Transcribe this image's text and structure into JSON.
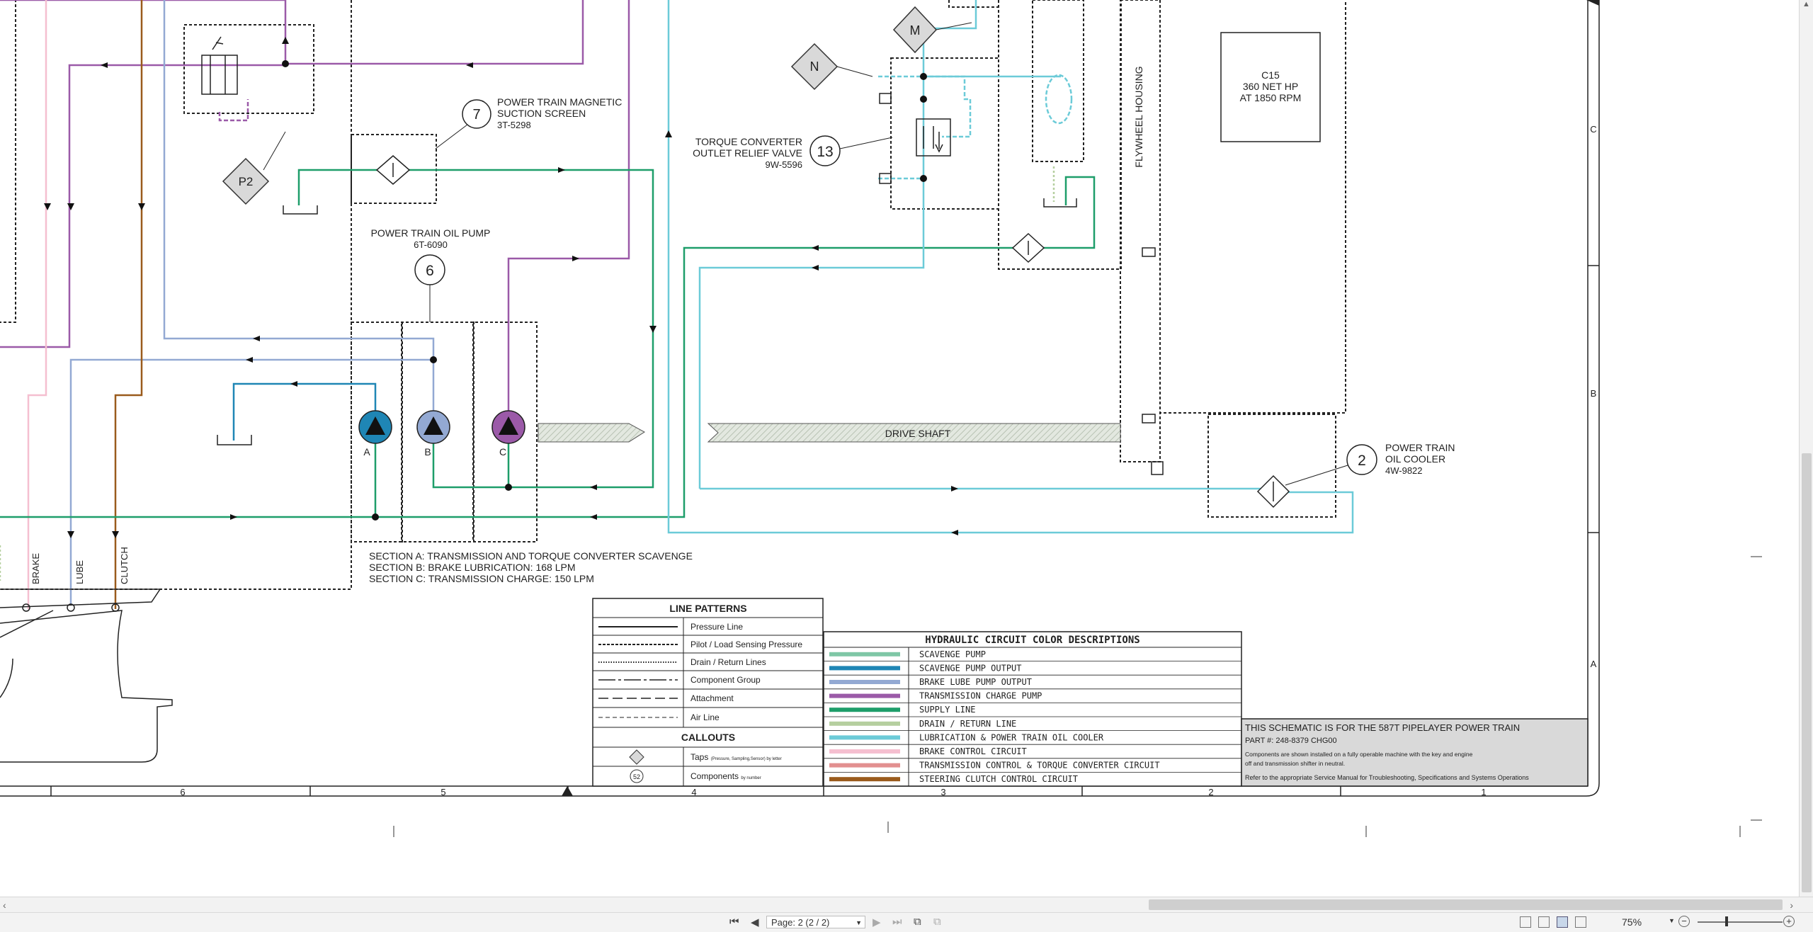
{
  "diagram": {
    "title_note": "THIS SCHEMATIC IS FOR THE 587T PIPELAYER POWER TRAIN",
    "part_no": "PART #: 248-8379 CHG00",
    "note_line1": "Components are shown installed on a fully operable machine with the key and engine",
    "note_line2": "off and transmission shifter in neutral.",
    "note_line3": "Refer to the appropriate Service Manual for Troubleshooting, Specifications and Systems Operations",
    "components": {
      "magnetic_screen": {
        "number": "7",
        "line1": "POWER TRAIN MAGNETIC",
        "line2": "SUCTION SCREEN",
        "part": "3T-5298"
      },
      "oil_pump": {
        "number": "6",
        "line1": "POWER TRAIN OIL PUMP",
        "part": "6T-6090"
      },
      "relief_valve": {
        "number": "13",
        "line1": "TORQUE CONVERTER",
        "line2": "OUTLET RELIEF VALVE",
        "part": "9W-5596"
      },
      "oil_cooler": {
        "number": "2",
        "line1": "POWER TRAIN",
        "line2": "OIL COOLER",
        "part": "4W-9822"
      },
      "engine": {
        "line1": "C15",
        "line2": "360 NET HP",
        "line3": "AT 1850 RPM"
      },
      "flywheel": "FLYWHEEL HOUSING",
      "drive_shaft": "DRIVE SHAFT"
    },
    "taps": [
      "N",
      "M",
      "P2"
    ],
    "pumps": [
      "A",
      "B",
      "C"
    ],
    "clutch_labels": [
      "BRAKE",
      "LUBE",
      "CLUTCH"
    ],
    "sections": [
      "SECTION A: TRANSMISSION AND TORQUE CONVERTER SCAVENGE",
      "SECTION B: BRAKE LUBRICATION: 168 LPM",
      "SECTION C: TRANSMISSION CHARGE: 150 LPM"
    ],
    "line_patterns": {
      "title": "LINE PATTERNS",
      "items": [
        "Pressure Line",
        "Pilot / Load Sensing Pressure",
        "Drain / Return Lines",
        "Component Group",
        "Attachment",
        "Air Line"
      ]
    },
    "callouts": {
      "title": "CALLOUTS",
      "taps_label": "Taps",
      "taps_note": "(Pressure, Sampling,Sensor) by letter",
      "components_label": "Components",
      "components_note": "by number",
      "sample_number": "52"
    },
    "color_table": {
      "title": "HYDRAULIC CIRCUIT COLOR DESCRIPTIONS",
      "rows": [
        {
          "label": "SCAVENGE PUMP",
          "color": "#7fc7a6"
        },
        {
          "label": "SCAVENGE PUMP OUTPUT",
          "color": "#1f86b5"
        },
        {
          "label": "BRAKE LUBE PUMP OUTPUT",
          "color": "#93a9d3"
        },
        {
          "label": "TRANSMISSION CHARGE PUMP",
          "color": "#9b5aa8"
        },
        {
          "label": "SUPPLY LINE",
          "color": "#1e9e6a"
        },
        {
          "label": "DRAIN / RETURN LINE",
          "color": "#b5cf9f"
        },
        {
          "label": "LUBRICATION & POWER TRAIN OIL COOLER",
          "color": "#6ccbd8"
        },
        {
          "label": "BRAKE CONTROL CIRCUIT",
          "color": "#f5bfd0"
        },
        {
          "label": "TRANSMISSION CONTROL & TORQUE CONVERTER CIRCUIT",
          "color": "#e28f8f"
        },
        {
          "label": "STEERING CLUTCH CONTROL CIRCUIT",
          "color": "#9a5b1c"
        }
      ]
    },
    "grid_cols": [
      "6",
      "5",
      "4",
      "3",
      "2",
      "1"
    ],
    "grid_rows": [
      "C",
      "B",
      "A"
    ]
  },
  "viewer": {
    "page_indicator": "Page: 2 (2 / 2)",
    "zoom": "75%"
  }
}
